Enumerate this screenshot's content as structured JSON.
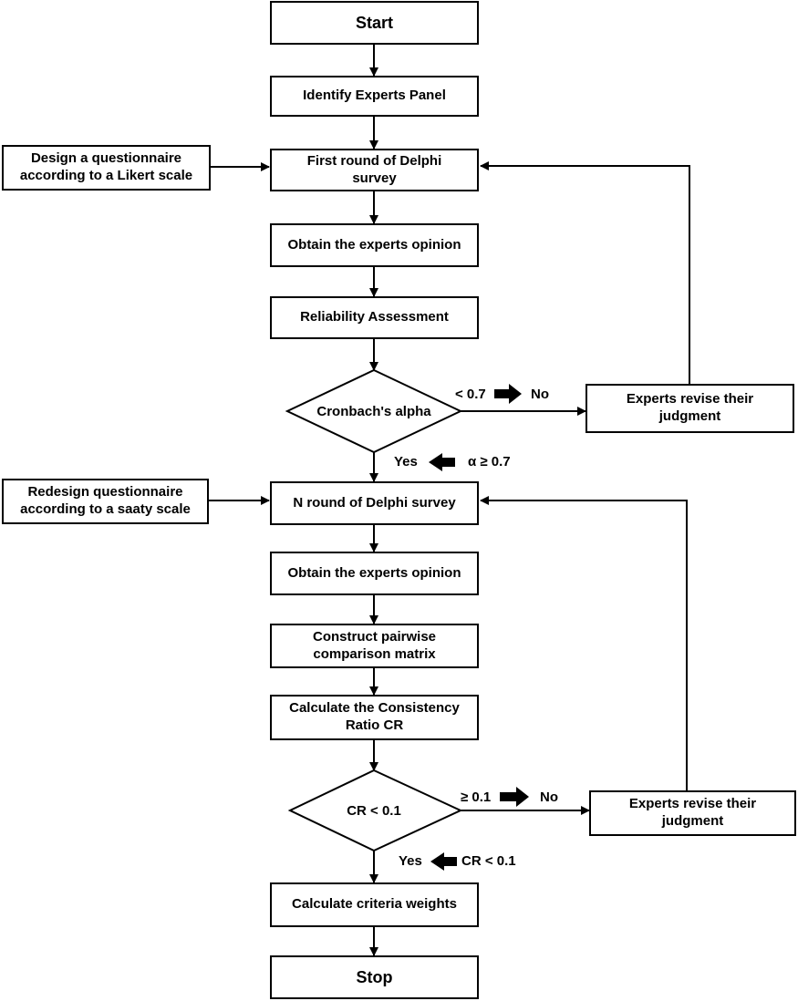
{
  "nodes": {
    "start": "Start",
    "identify": "Identify Experts Panel",
    "design": "Design a questionnaire\naccording to a Likert scale",
    "round1": "First round of Delphi\nsurvey",
    "obtain1": "Obtain the experts opinion",
    "reliability": "Reliability Assessment",
    "cronbach": "Cronbach's alpha",
    "revise1": "Experts revise their\njudgment",
    "redesign": "Redesign  questionnaire\naccording to a saaty scale",
    "roundN": "N round of Delphi survey",
    "obtain2": "Obtain the experts opinion",
    "pairwise": "Construct pairwise\ncomparison matrix",
    "consistency": "Calculate the Consistency\nRatio CR",
    "crcheck": "CR < 0.1",
    "revise2": "Experts revise their\njudgment",
    "weights": "Calculate criteria weights",
    "stop": "Stop"
  },
  "edge_labels": {
    "alpha_low": "< 0.7",
    "alpha_no": "No",
    "alpha_yes": "Yes",
    "alpha_high": "α ≥ 0.7",
    "cr_high": "≥ 0.1",
    "cr_no": "No",
    "cr_yes": "Yes",
    "cr_low": "CR < 0.1"
  }
}
